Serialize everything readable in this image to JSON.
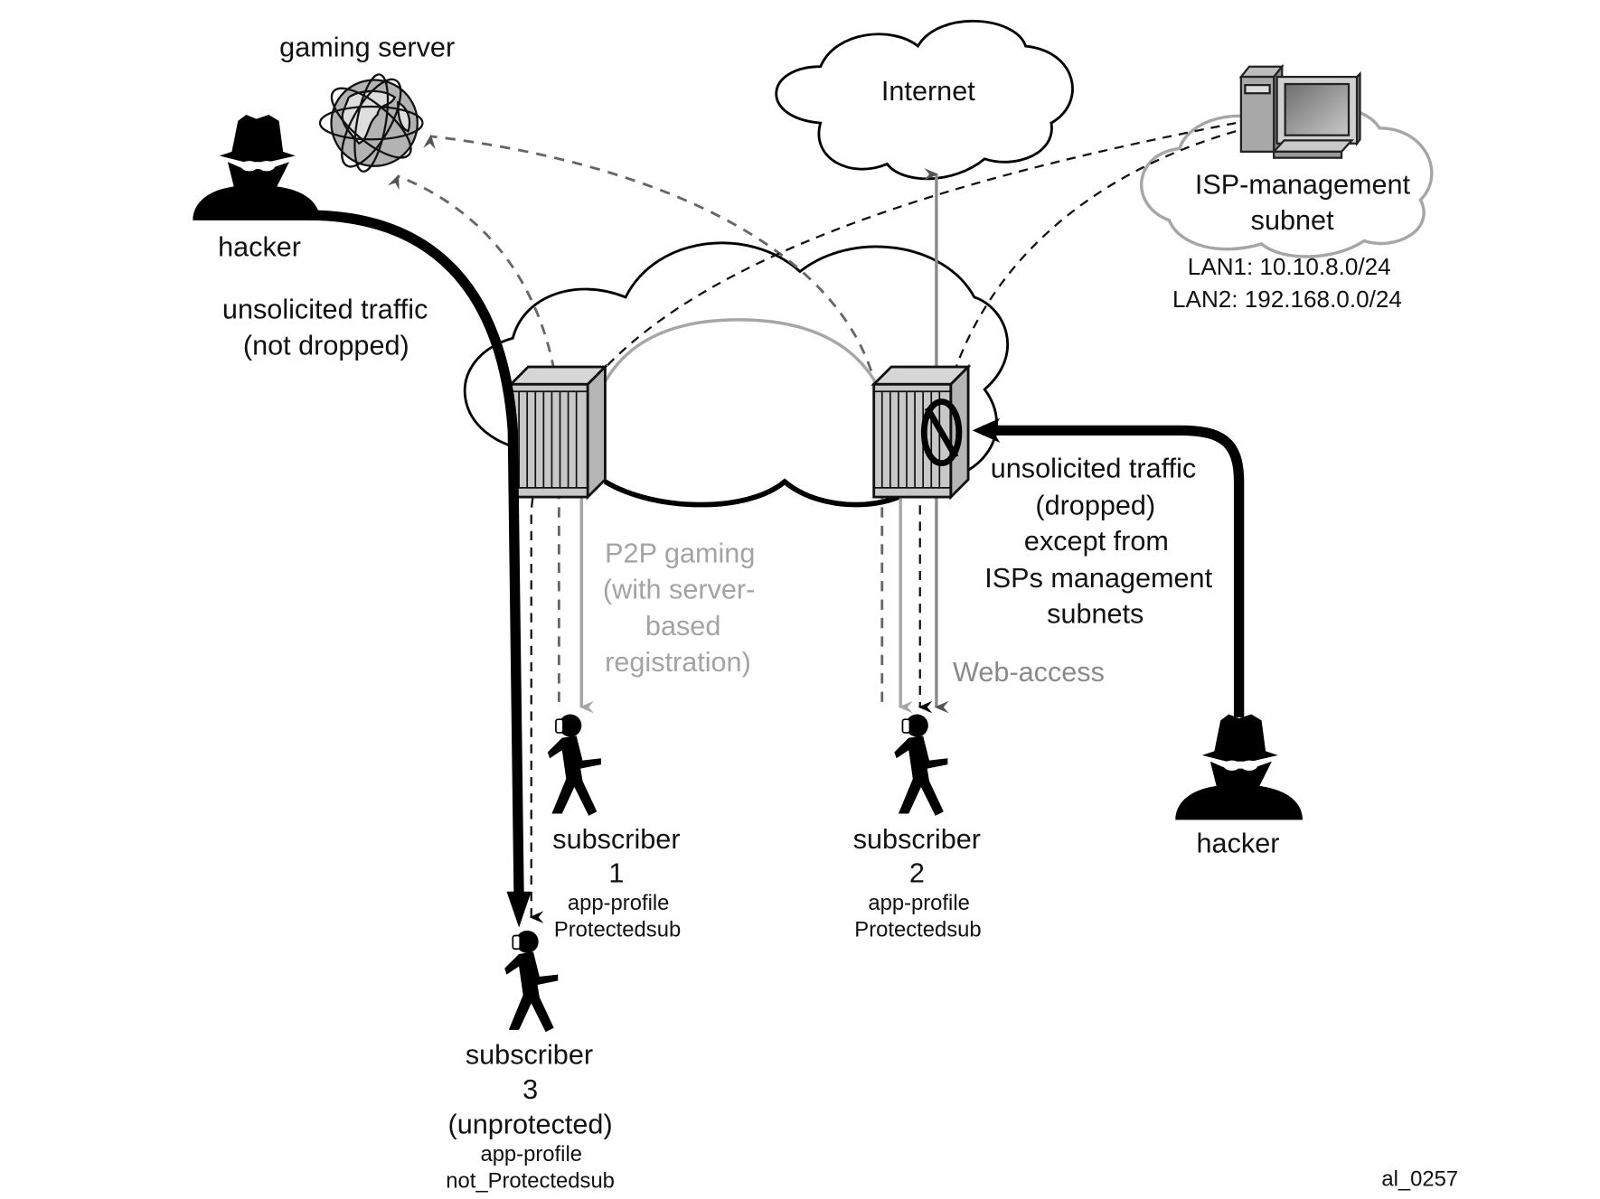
{
  "figure_id": "al_0257",
  "nodes": {
    "gaming_server": {
      "label": "gaming server",
      "icon": "globe-icon"
    },
    "internet": {
      "label": "Internet",
      "icon": "cloud-icon"
    },
    "isp_management": {
      "label_line1": "ISP-management",
      "label_line2": "subnet",
      "lan1": "LAN1: 10.10.8.0/24",
      "lan2": "LAN2: 192.168.0.0/24",
      "icon": "desktop-computer-icon"
    },
    "hacker_left": {
      "label": "hacker",
      "icon": "hacker-icon"
    },
    "hacker_right": {
      "label": "hacker",
      "icon": "hacker-icon"
    },
    "subscriber1": {
      "line1": "subscriber",
      "line2": "1",
      "profile_label": "app-profile",
      "profile": "Protectedsub",
      "icon": "person-phone-icon"
    },
    "subscriber2": {
      "line1": "subscriber",
      "line2": "2",
      "profile_label": "app-profile",
      "profile": "Protectedsub",
      "icon": "person-phone-icon"
    },
    "subscriber3": {
      "line1": "subscriber",
      "line2": "3",
      "line3": "(unprotected)",
      "profile_label": "app-profile",
      "profile": "not_Protectedsub",
      "icon": "person-phone-icon"
    }
  },
  "annotations": {
    "not_dropped": [
      "unsolicited traffic",
      "(not dropped)"
    ],
    "dropped": [
      "unsolicited traffic",
      "(dropped)",
      "except from",
      "ISPs management",
      "subnets"
    ],
    "p2p": [
      "P2P gaming",
      "(with server-",
      "based",
      "registration)"
    ],
    "web_access": "Web-access"
  },
  "colors": {
    "line": "#000000",
    "gray_flow": "#a6a6a6",
    "dark_gray_flow": "#666666",
    "router_fill": "#c8c8c8"
  }
}
